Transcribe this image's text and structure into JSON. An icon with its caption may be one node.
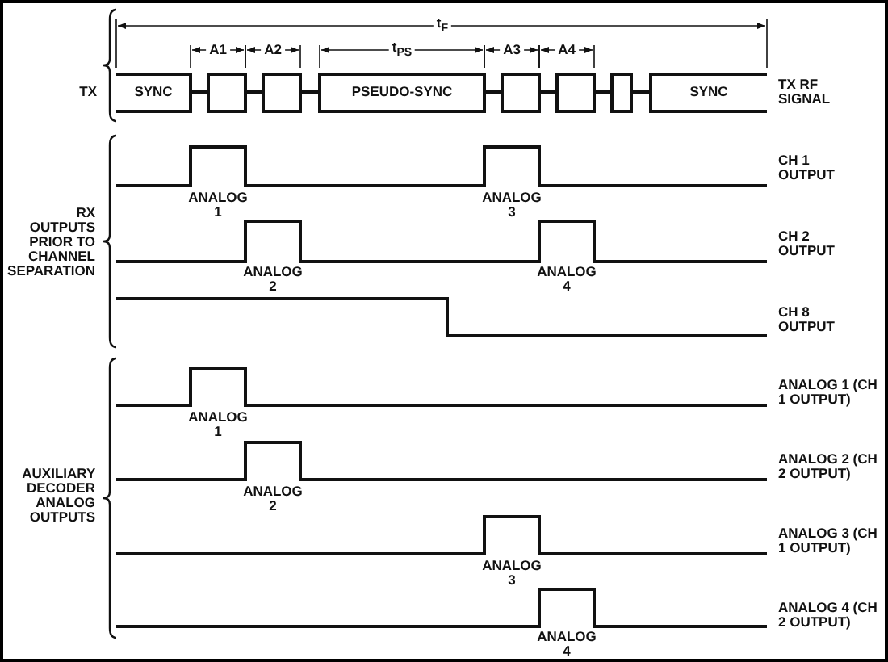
{
  "diagram": {
    "labels": [
      "TX",
      "t$_{F}$",
      "A1",
      "A2",
      "t$_{PS}$",
      "A3",
      "A4",
      "SYNC",
      "PSEUDO-SYNC",
      "SYNC",
      "TX RF SIGNAL",
      "RX OUTPUTS PRIOR TO CHANNEL SEPARATION",
      "CH 1 OUTPUT",
      "ANALOG 1",
      "ANALOG 3",
      "CH 2 OUTPUT",
      "ANALOG 2",
      "ANALOG 4",
      "CH 8 OUTPUT",
      "AUXILIARY DECODER ANALOG OUTPUTS",
      "ANALOG 1 (CH 1 OUTPUT)",
      "ANALOG 1",
      "ANALOG 2 (CH 2 OUTPUT)",
      "ANALOG 2",
      "ANALOG 3 (CH 1 OUTPUT)",
      "ANALOG 3",
      "ANALOG 4 (CH 2 OUTPUT)",
      "ANALOG 4"
    ]
  }
}
